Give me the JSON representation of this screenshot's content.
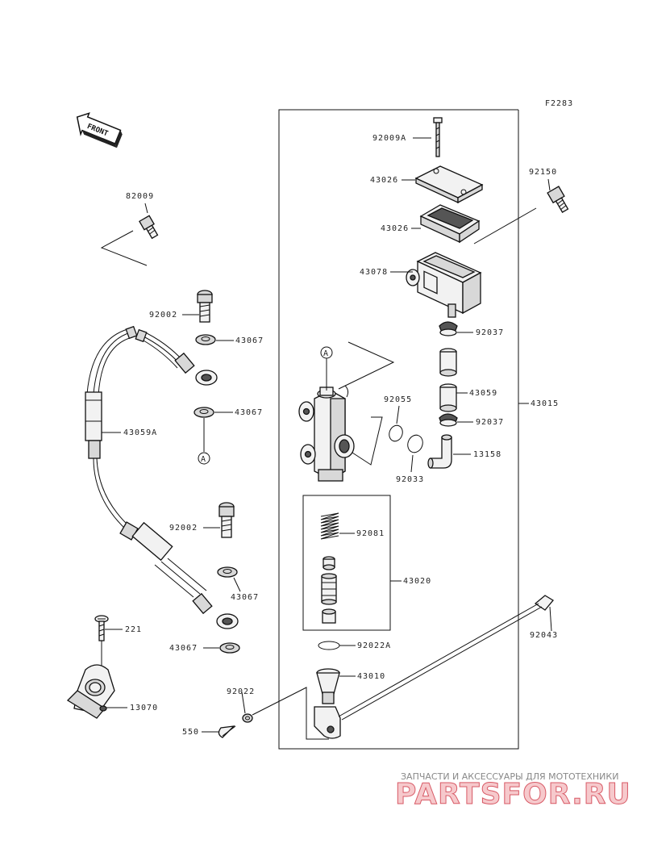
{
  "figure_code": "F2283",
  "front_label": "FRONT",
  "callout_a": "A",
  "parts": {
    "p92009A": "92009A",
    "p43026a": "43026",
    "p43026b": "43026",
    "p43078": "43078",
    "p92150": "92150",
    "p82009": "82009",
    "p92002a": "92002",
    "p43067a": "43067",
    "p43067b": "43067",
    "p43059A": "43059A",
    "p92002b": "92002",
    "p43067c": "43067",
    "p43067d": "43067",
    "p221": "221",
    "p13070": "13070",
    "p550": "550",
    "p92022": "92022",
    "p92037a": "92037",
    "p43059": "43059",
    "p43015": "43015",
    "p92037b": "92037",
    "p13158": "13158",
    "p92055": "92055",
    "p92033": "92033",
    "p92081": "92081",
    "p43020": "43020",
    "p92022A": "92022A",
    "p43010": "43010",
    "p92043": "92043"
  },
  "watermark": {
    "caption": "ЗАПЧАСТИ И АКСЕССУАРЫ ДЛЯ МОТОТЕХНИКИ",
    "brand": "PARTSFOR.RU"
  }
}
